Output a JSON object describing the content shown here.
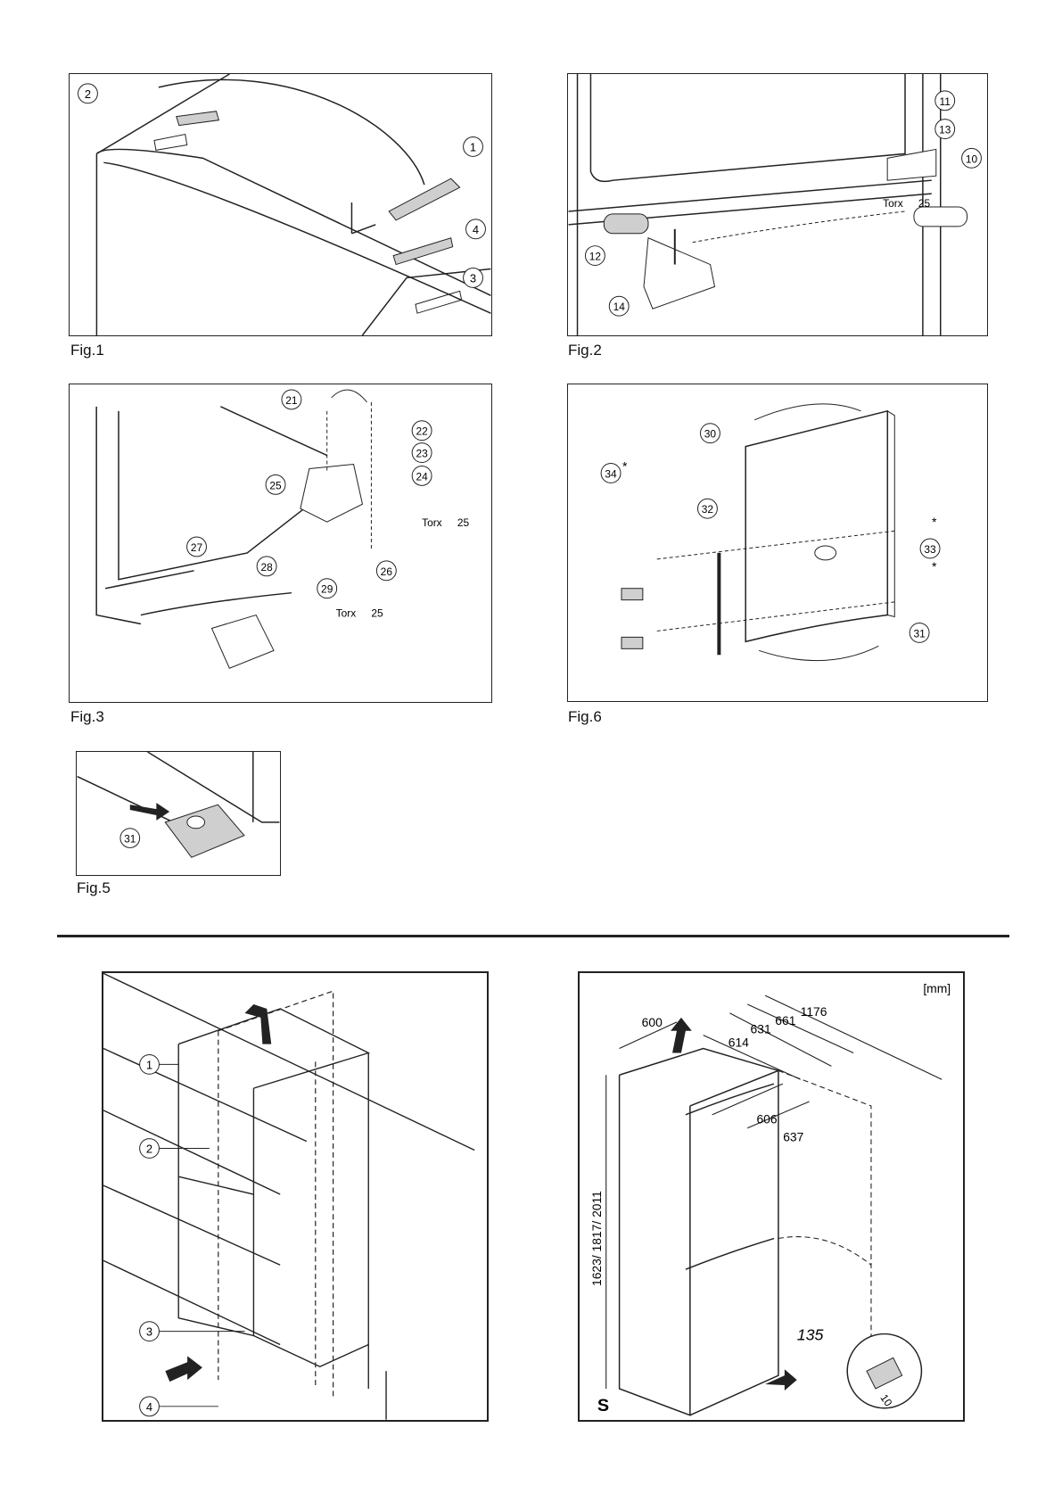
{
  "figures": {
    "fig1": {
      "caption": "Fig.1",
      "callouts": [
        "1",
        "2",
        "3",
        "4"
      ]
    },
    "fig2": {
      "caption": "Fig.2",
      "callouts": [
        "10",
        "11",
        "12",
        "13",
        "14"
      ],
      "torx": "Torx",
      "torx_size": "25"
    },
    "fig3": {
      "caption": "Fig.3",
      "callouts": [
        "21",
        "22",
        "23",
        "24",
        "25",
        "26",
        "27",
        "28",
        "29"
      ],
      "torx": "Torx",
      "torx_size": "25"
    },
    "fig5": {
      "caption": "Fig.5",
      "callouts": [
        "31"
      ]
    },
    "fig6": {
      "caption": "Fig.6",
      "callouts": [
        "30",
        "31",
        "32",
        "33",
        "34"
      ],
      "asterisk": "*"
    }
  },
  "installation": {
    "callouts": [
      "1",
      "2",
      "3",
      "4"
    ]
  },
  "dimensions": {
    "unit_label": "[mm]",
    "corner_label": "S",
    "values": {
      "d600": "600",
      "d614": "614",
      "d631": "631",
      "d661": "661",
      "d1176": "1176",
      "d606": "606",
      "d637": "637",
      "height": "1623/ 1817/ 2011",
      "angle": "135",
      "wrench": "10"
    }
  },
  "colors": {
    "line": "#222222",
    "fill_grey": "#cfcfcf",
    "paper": "#ffffff"
  }
}
